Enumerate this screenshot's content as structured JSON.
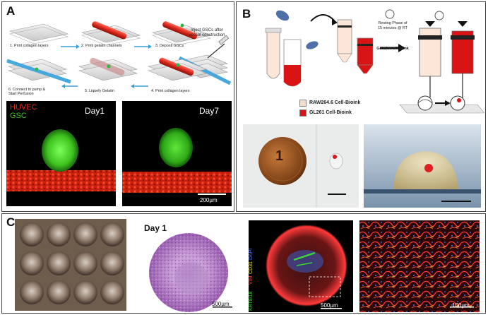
{
  "panels": {
    "a": {
      "label": "A",
      "steps": [
        "1. Print collagen layers",
        "2. Print gelatin channels",
        "3. Deposit GSCs",
        "4. Print collagen layers",
        "5. Liquefy Gelatin",
        "6. Connect to pump & Start Perfusion"
      ],
      "inject_note": "Inject GSCs after vessel construction",
      "legend_huvec": "HUVEC",
      "legend_gsc": "GSC",
      "day1": "Day1",
      "day7": "Day7",
      "scale": "200µm",
      "colors": {
        "huvec": "#e02a1a",
        "gsc": "#3ec21e"
      }
    },
    "b": {
      "label": "B",
      "resting_note": "Resting Phase of 15 minutes @ RT",
      "gelation_note": "Gelation of bioink",
      "legend_raw": "RAW264.6 Cell-Bioink",
      "legend_gl261": "GL261 Cell-Bioink",
      "coin_value": "1",
      "colors": {
        "raw": "#f6dcc8",
        "gl261": "#d81414"
      }
    },
    "c": {
      "label": "C",
      "day1": "Day 1",
      "scale_he": "500µm",
      "stain_krt": "KRT8/18",
      "stain_vim": "VIM",
      "stain_cd31": "CD31",
      "stain_dapi": "DAPI",
      "scale_if": "500µm",
      "scale_zoom": "100µm",
      "colors": {
        "krt": "#3bd43b",
        "vim": "#ff3a3a",
        "cd31": "#e8e23a",
        "dapi": "#4a78ff"
      }
    }
  }
}
